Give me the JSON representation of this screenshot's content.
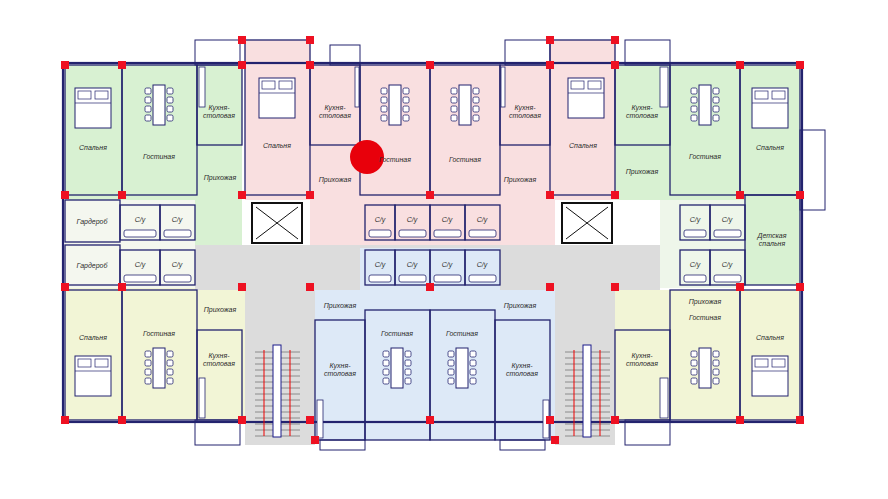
{
  "diagram": {
    "labels": [
      "Кухня-столовая",
      "Кухня-столовая",
      "Кухня-столовая",
      "Кухня-столовая",
      "Спальня",
      "Спальня",
      "Спальня",
      "Спальня",
      "Гостиная",
      "Гостиная",
      "Гостиная",
      "Гостиная",
      "Прихожая",
      "Прихожая",
      "Прихожая",
      "Прихожая",
      "С/у",
      "С/у",
      "Гардероб",
      "С/у",
      "С/у",
      "С/у",
      "С/у",
      "С/у",
      "С/у",
      "Детская спальня",
      "Гардероб",
      "С/у",
      "С/у",
      "С/у",
      "С/у",
      "С/у",
      "С/у",
      "С/у",
      "С/у",
      "Прихожая",
      "Прихожая",
      "Прихожая",
      "Прихожая",
      "Гостиная",
      "Гостиная",
      "Гостиная",
      "Гостиная",
      "Спальня",
      "Спальня",
      "Кухня-столовая",
      "Кухня-столовая",
      "Кухня-столовая",
      "Кухня-столовая"
    ]
  }
}
